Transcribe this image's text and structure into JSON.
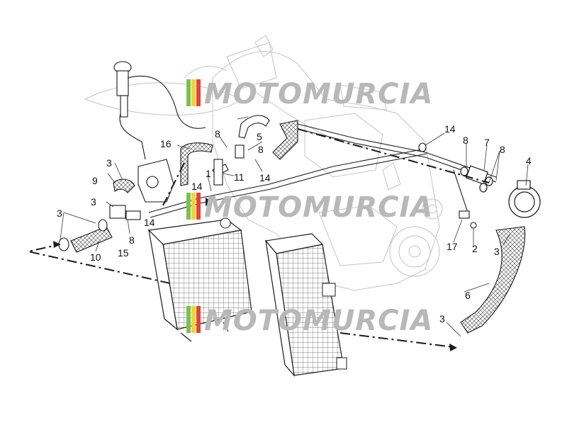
{
  "watermark": {
    "text": "MOTOMURCIA",
    "colors": {
      "text": "#b8b8b8",
      "stripe_green": "#7cc24a",
      "stripe_yellow": "#f2d23a",
      "stripe_red": "#e0443c"
    }
  },
  "colors": {
    "line": "#1a1a1a",
    "ghost": "#c4c4c4",
    "background": "#ffffff"
  },
  "callouts": {
    "c1": "1",
    "c2": "2",
    "c3a": "3",
    "c3b": "3",
    "c3c": "3",
    "c3d": "3",
    "c3e": "3",
    "c4": "4",
    "c5": "5",
    "c6": "6",
    "c7": "7",
    "c8a": "8",
    "c8b": "8",
    "c8c": "8",
    "c8d": "8",
    "c8e": "8",
    "c9": "9",
    "c10": "10",
    "c11": "11",
    "c14a": "14",
    "c14b": "14",
    "c14c": "14",
    "c14d": "14",
    "c15": "15",
    "c16": "16",
    "c17": "17"
  }
}
